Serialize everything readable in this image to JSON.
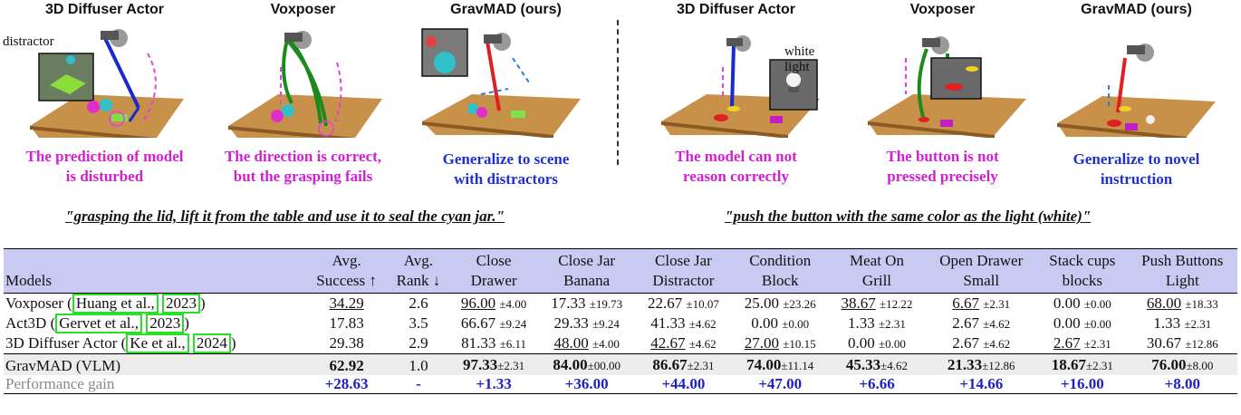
{
  "figure": {
    "panels": [
      {
        "title": "3D Diffuser Actor",
        "caption1": "The prediction of model",
        "caption2": "is disturbed",
        "color": "#d21fd2"
      },
      {
        "title": "Voxposer",
        "caption1": "The direction is correct,",
        "caption2": "but the grasping fails",
        "color": "#d21fd2"
      },
      {
        "title": "GravMAD (ours)",
        "caption1": "Generalize to scene",
        "caption2": "with distractors",
        "color": "#1f2fd2"
      },
      {
        "title": "3D Diffuser Actor",
        "caption1": "The model can not",
        "caption2": "reason correctly",
        "color": "#d21fd2"
      },
      {
        "title": "Voxposer",
        "caption1": "The button is not",
        "caption2": "pressed precisely",
        "color": "#d21fd2"
      },
      {
        "title": "GravMAD (ours)",
        "caption1": "Generalize to novel",
        "caption2": "instruction",
        "color": "#1f2fd2"
      }
    ],
    "labels": {
      "distractor": "distractor",
      "white_light": "white light"
    },
    "quote_left": "\"grasping the lid, lift it from the table and use it to seal the cyan jar.\"",
    "quote_right": "\"push the button with the same color as the light (white)\""
  },
  "table": {
    "headers": [
      [
        "Models",
        ""
      ],
      [
        "Avg.",
        "Success ↑"
      ],
      [
        "Avg.",
        "Rank ↓"
      ],
      [
        "Close",
        "Drawer"
      ],
      [
        "Close Jar",
        "Banana"
      ],
      [
        "Close Jar",
        "Distractor"
      ],
      [
        "Condition",
        "Block"
      ],
      [
        "Meat On",
        "Grill"
      ],
      [
        "Open Drawer",
        "Small"
      ],
      [
        "Stack cups",
        "blocks"
      ],
      [
        "Push Buttons",
        "Light"
      ]
    ],
    "rows": [
      {
        "name": "Voxposer (",
        "cite_a": "Huang et al.,",
        "cite_b": "2023",
        "close": ")",
        "success": "34.29",
        "rank": "2.6",
        "cells": [
          [
            "96.00",
            "±4.00"
          ],
          [
            "17.33",
            "±19.73"
          ],
          [
            "22.67",
            "±10.07"
          ],
          [
            "25.00",
            "±23.26"
          ],
          [
            "38.67",
            "±12.22"
          ],
          [
            "6.67",
            "±2.31"
          ],
          [
            "0.00",
            "±0.00"
          ],
          [
            "68.00",
            "±18.33"
          ]
        ]
      },
      {
        "name": "Act3D (",
        "cite_a": "Gervet et al.,",
        "cite_b": "2023",
        "close": ")",
        "success": "17.83",
        "rank": "3.5",
        "cells": [
          [
            "66.67",
            "±9.24"
          ],
          [
            "29.33",
            "±9.24"
          ],
          [
            "41.33",
            "±4.62"
          ],
          [
            "0.00",
            "±0.00"
          ],
          [
            "1.33",
            "±2.31"
          ],
          [
            "2.67",
            "±4.62"
          ],
          [
            "0.00",
            "±0.00"
          ],
          [
            "1.33",
            "±2.31"
          ]
        ]
      },
      {
        "name": "3D Diffuser Actor (",
        "cite_a": "Ke et al.,",
        "cite_b": "2024",
        "close": ")",
        "success": "29.38",
        "rank": "2.9",
        "cells": [
          [
            "81.33",
            "±6.11"
          ],
          [
            "48.00",
            "±4.00"
          ],
          [
            "42.67",
            "±4.62"
          ],
          [
            "27.00",
            "±10.15"
          ],
          [
            "0.00",
            "±0.00"
          ],
          [
            "2.67",
            "±4.62"
          ],
          [
            "2.67",
            "±2.31"
          ],
          [
            "30.67",
            "±12.86"
          ]
        ]
      }
    ],
    "ours": {
      "name": "GravMAD (VLM)",
      "success": "62.92",
      "rank": "1.0",
      "cells": [
        [
          "97.33",
          "±2.31"
        ],
        [
          "84.00",
          "±00.00"
        ],
        [
          "86.67",
          "±2.31"
        ],
        [
          "74.00",
          "±11.14"
        ],
        [
          "45.33",
          "±4.62"
        ],
        [
          "21.33",
          "±12.86"
        ],
        [
          "18.67",
          "±2.31"
        ],
        [
          "76.00",
          "±8.00"
        ]
      ]
    },
    "gain": {
      "name": "Performance gain",
      "success": "+28.63",
      "rank": "-",
      "cells": [
        "+1.33",
        "+36.00",
        "+44.00",
        "+47.00",
        "+6.66",
        "+14.66",
        "+16.00",
        "+8.00"
      ]
    }
  }
}
